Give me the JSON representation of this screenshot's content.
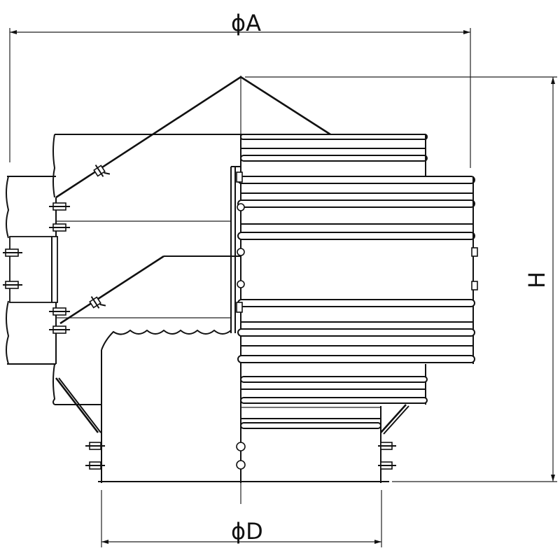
{
  "diagram": {
    "dimension_labels": {
      "A": "ϕA",
      "H": "H",
      "D": "ϕD"
    }
  }
}
